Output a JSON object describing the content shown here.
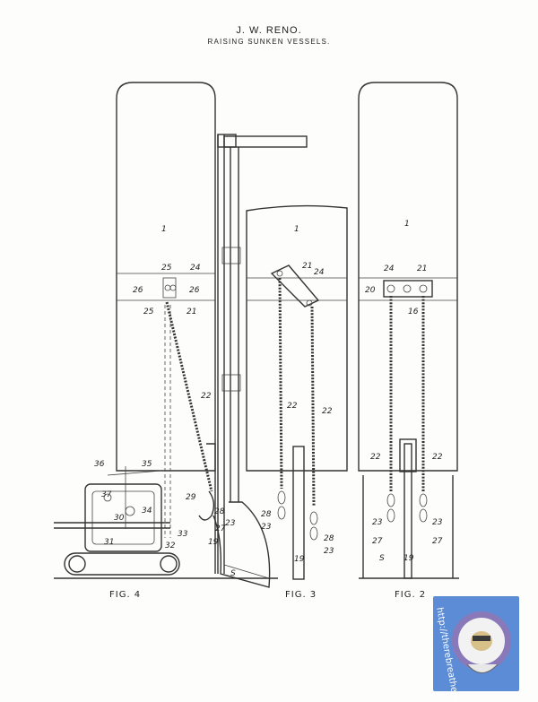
{
  "patent": {
    "inventor": "J. W. RENO.",
    "title": "RAISING SUNKEN VESSELS."
  },
  "figures": {
    "fig4": "FIG. 4",
    "fig3": "FIG. 3",
    "fig2": "FIG. 2"
  },
  "labels": {
    "one": "1",
    "twenty_two": "22",
    "twenty_three": "23",
    "twenty_four": "24",
    "twenty_five": "25",
    "twenty_six": "26",
    "twenty_one": "21",
    "twenty": "20",
    "sixteen": "16",
    "twenty_seven": "27",
    "twenty_eight": "28",
    "twenty_nine": "29",
    "nineteen": "19",
    "s": "S",
    "thirty_one": "31",
    "thirty_two": "32",
    "thirty_three": "33",
    "thirty_four": "34",
    "thirty_five": "35",
    "thirty_six": "36",
    "thirty_seven": "37",
    "thirty": "30"
  },
  "watermark": {
    "url": "http://therebreathersite.nl",
    "color": "#5c8cd6"
  }
}
